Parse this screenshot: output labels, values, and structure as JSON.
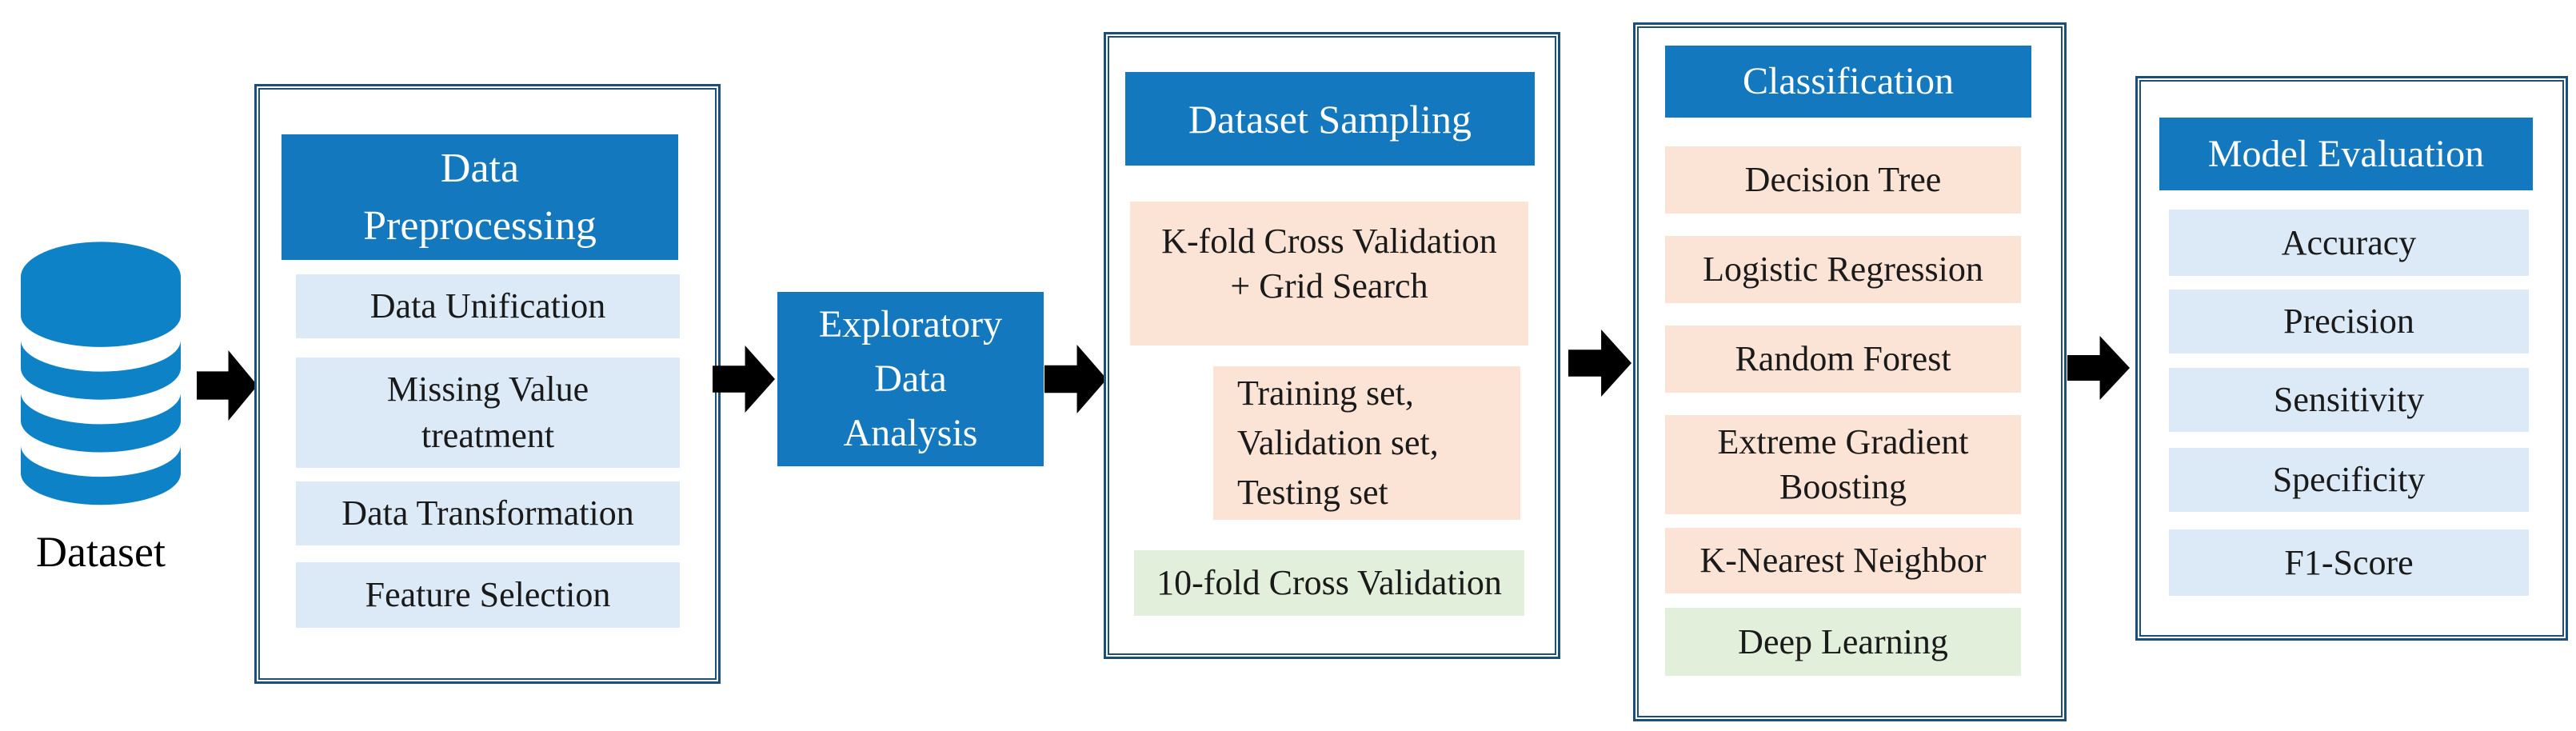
{
  "colors": {
    "header_blue": "#1478BE",
    "box_border_blue": "#1B4E79",
    "item_light_blue": "#DCE9F6",
    "item_peach": "#FBE4D5",
    "item_green": "#E1EFDB",
    "arrow_black": "#000000",
    "database_icon_blue": "#0E82C6",
    "text_dark": "#1A1A1A"
  },
  "dataset": {
    "label": "Dataset"
  },
  "preprocessing": {
    "title_lines": [
      "Data",
      "Preprocessing"
    ],
    "item_unification": "Data Unification",
    "item_missing_lines": [
      "Missing Value",
      "treatment"
    ],
    "item_transformation": "Data Transformation",
    "item_feature": "Feature Selection"
  },
  "eda": {
    "title_lines": [
      "Exploratory",
      "Data",
      "Analysis"
    ]
  },
  "sampling": {
    "title": "Dataset Sampling",
    "item_kfold_lines": [
      "K-fold Cross Validation",
      "+ Grid Search"
    ],
    "item_split_lines": [
      "Training set,",
      "Validation set,",
      "Testing set"
    ],
    "item_tenfold": "10-fold Cross Validation"
  },
  "classification": {
    "title": "Classification",
    "item_decision_tree": "Decision Tree",
    "item_logistic_regression": "Logistic Regression",
    "item_random_forest": "Random Forest",
    "item_xgboost_lines": [
      "Extreme Gradient",
      "Boosting"
    ],
    "item_knn": "K-Nearest Neighbor",
    "item_deep_learning": "Deep Learning"
  },
  "evaluation": {
    "title": "Model Evaluation",
    "items": [
      "Accuracy",
      "Precision",
      "Sensitivity",
      "Specificity",
      "F1-Score"
    ]
  }
}
